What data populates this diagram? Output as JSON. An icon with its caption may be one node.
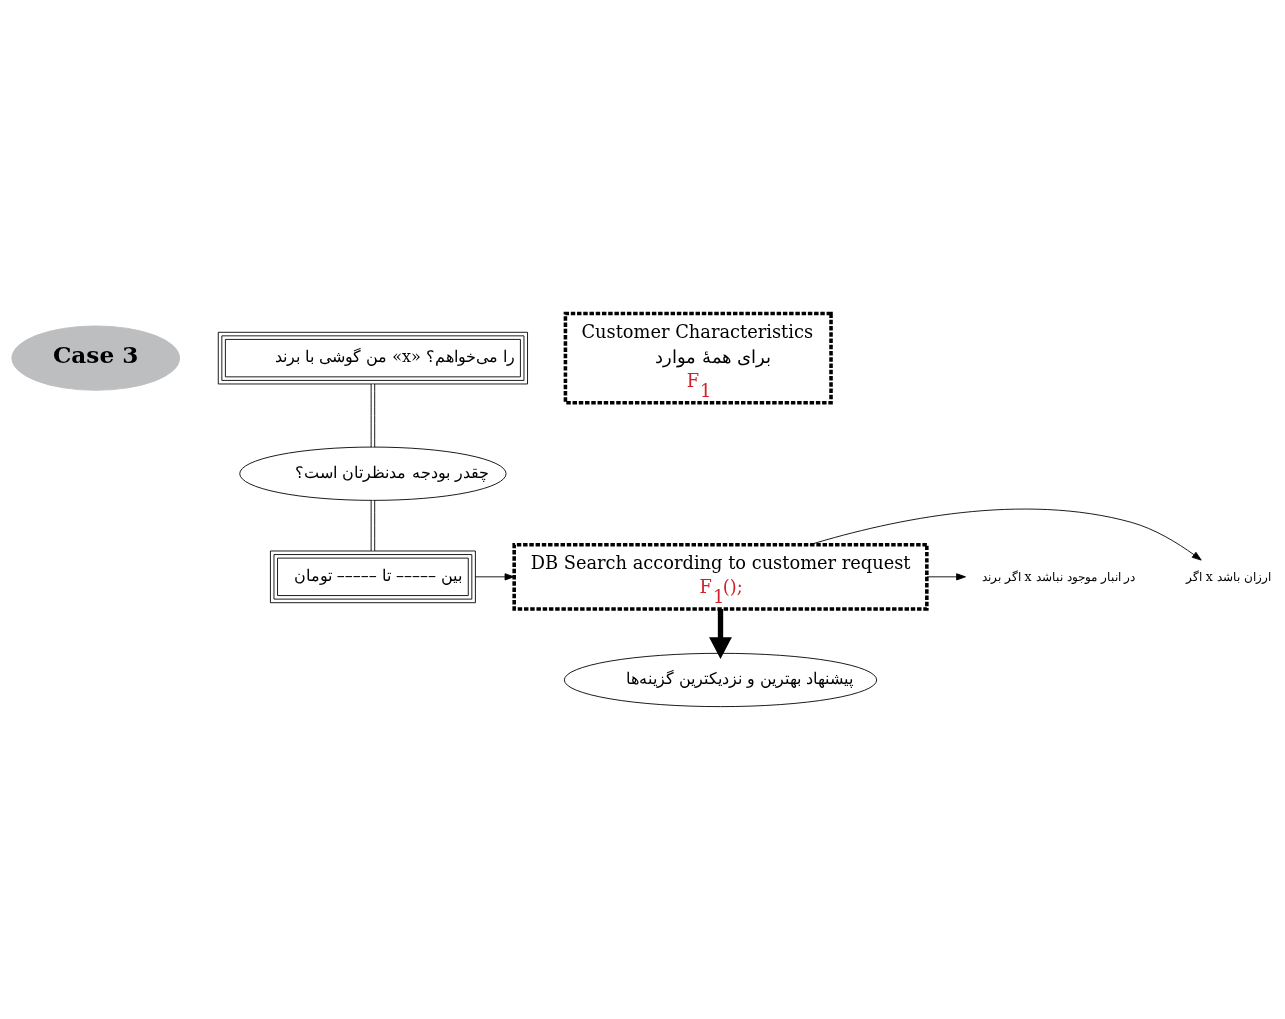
{
  "diagram": {
    "nodes": [
      {
        "text": [
          "Case 3"
        ]
      },
      {
        "text": [
          "من گوشی با برند «x» را می‌خواهم؟"
        ]
      },
      {
        "text": [
          "Customer Characteristics",
          "برای همهٔ موارد",
          "F$_{1}$"
        ]
      },
      {
        "text": [
          "چقدر بودجه مدنظرتان است؟"
        ]
      },
      {
        "text": [
          "بین ––––– تا ––––– تومان"
        ]
      },
      {
        "text": [
          "DB Search according to customer request",
          "F$_{1}$();"
        ]
      },
      {
        "text": [
          "اگر x ارزان باشد"
        ]
      },
      {
        "text": [
          "اگر برند x در انبار موجود نباشد"
        ]
      },
      {
        "text": [
          "پیشنهاد بهترین و نزدیکترین گزینه‌ها"
        ]
      }
    ],
    "edges": [
      {
        "from": 1,
        "to": 3,
        "arrow": "none"
      },
      {
        "from": 3,
        "to": 4,
        "arrow": "none"
      },
      {
        "from": 4,
        "to": 5,
        "arrow": "to"
      },
      {
        "from": 5,
        "to": 6,
        "arrow": "to"
      },
      {
        "from": 5,
        "to": 7,
        "arrow": "to"
      },
      {
        "from": 5,
        "to": 8,
        "arrow": "to",
        "style": "thick"
      }
    ]
  }
}
